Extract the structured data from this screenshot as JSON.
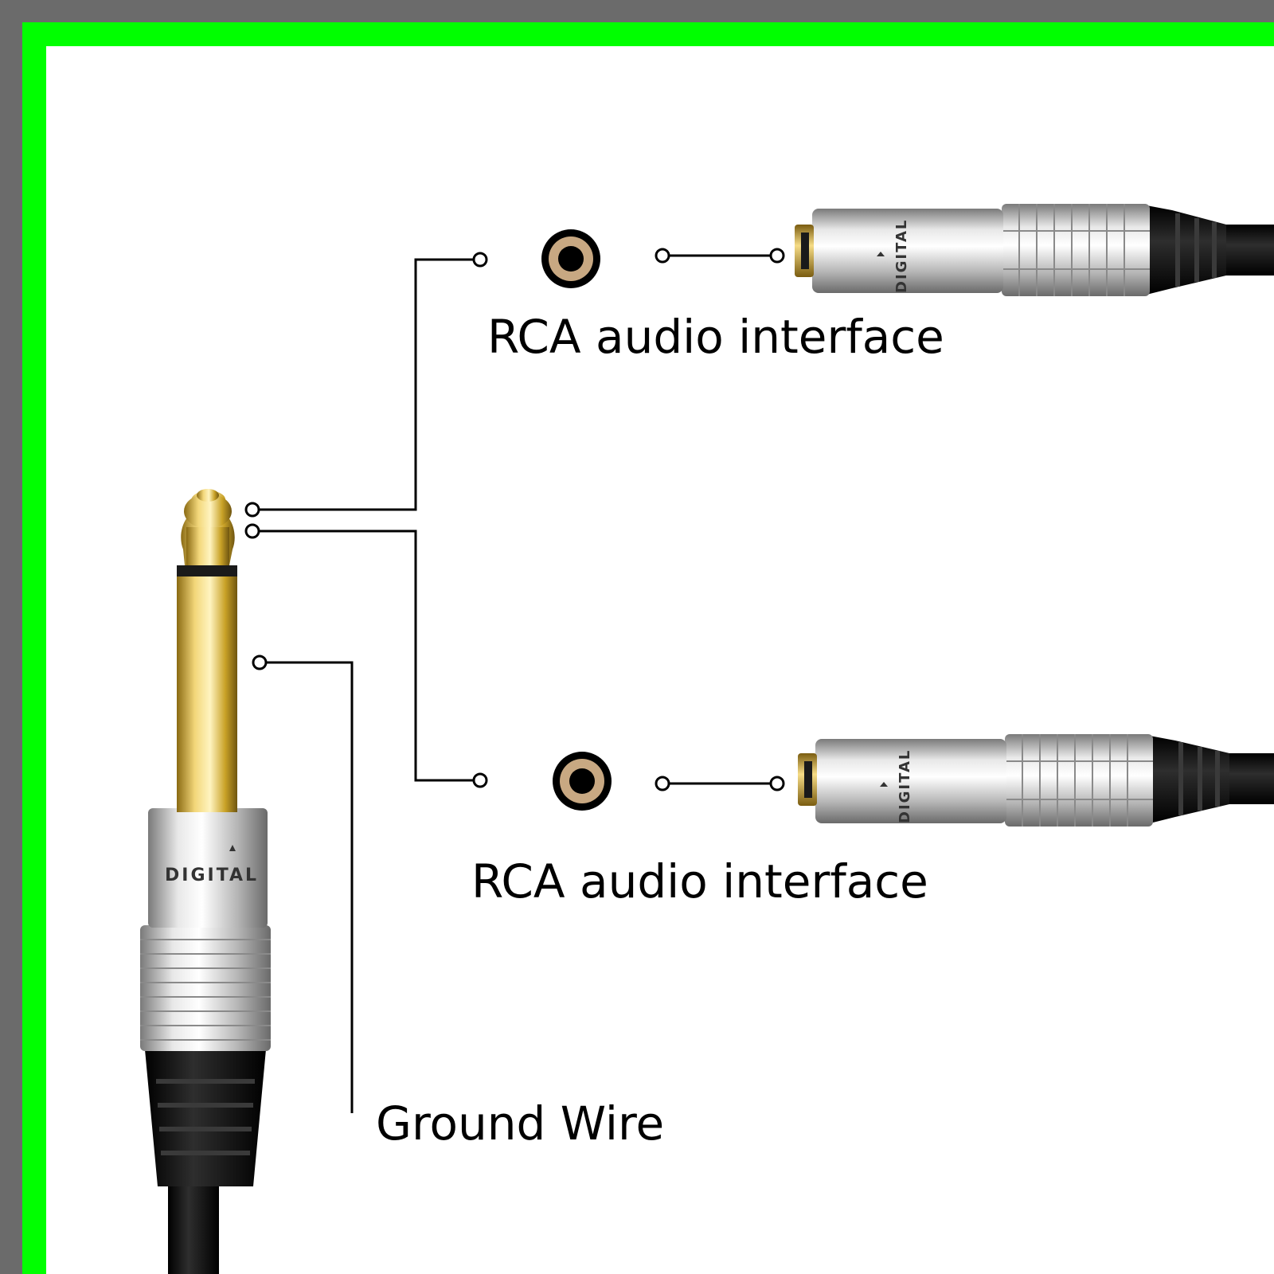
{
  "labels": {
    "rca_top": "RCA audio interface",
    "rca_bottom": "RCA audio interface",
    "ground": "Ground Wire"
  },
  "brand": {
    "plug_text": "DIGITAL",
    "jack_top_text": "DIGITAL",
    "jack_bottom_text": "DIGITAL"
  },
  "colors": {
    "frame_outer": "#6b6b6b",
    "frame_green": "#00ff00",
    "background": "#ffffff",
    "line": "#000000",
    "gold": "#c9a227",
    "silver": "#c8c8c8",
    "cable": "#111111",
    "rca_ring": "#c8a882"
  },
  "icons": {
    "plug": "quarter-inch-mono-plug-icon",
    "jack": "female-jack-icon",
    "rca_socket": "rca-socket-icon"
  }
}
